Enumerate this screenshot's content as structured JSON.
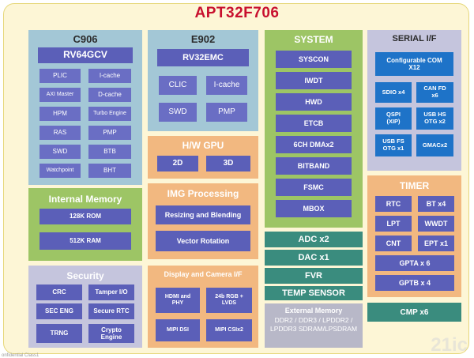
{
  "title": "APT32F706",
  "c906": {
    "title": "C906",
    "core": "RV64GCV",
    "items": [
      "PLIC",
      "I-cache",
      "AXI Master",
      "D-cache",
      "HPM",
      "Turbo Engine",
      "RAS",
      "PMP",
      "SWD",
      "BTB",
      "Watchpoint",
      "BHT"
    ]
  },
  "e902": {
    "title": "E902",
    "core": "RV32EMC",
    "items": [
      "CLIC",
      "I-cache",
      "SWD",
      "PMP"
    ]
  },
  "gpu": {
    "title": "H/W GPU",
    "items": [
      "2D",
      "3D"
    ]
  },
  "img": {
    "title": "IMG Processing",
    "items": [
      "Resizing and Blending",
      "Vector Rotation"
    ]
  },
  "display": {
    "title": "Display and Camera I/F",
    "items": [
      "HDMI and PHY",
      "24b RGB + LVDS",
      "MIPI DSI",
      "MIPI CSIx2"
    ]
  },
  "memory": {
    "title": "Internal Memory",
    "items": [
      "128K ROM",
      "512K RAM"
    ]
  },
  "security": {
    "title": "Security",
    "items": [
      "CRC",
      "Tamper I/O",
      "SEC ENG",
      "Secure RTC",
      "TRNG",
      "Crypto Engine"
    ]
  },
  "system": {
    "title": "SYSTEM",
    "items": [
      "SYSCON",
      "IWDT",
      "HWD",
      "ETCB",
      "6CH DMAx2",
      "BITBAND",
      "FSMC",
      "MBOX"
    ]
  },
  "analog": {
    "items": [
      "ADC x2",
      "DAC x1",
      "FVR",
      "TEMP SENSOR"
    ]
  },
  "extmem": {
    "title": "External Memory",
    "body": "DDR2 / DDR3 / LPDDR2 / LPDDR3 SDRAM/LPSDRAM"
  },
  "serial": {
    "title": "SERIAL I/F",
    "top": "Configurable COM X12",
    "items": [
      "SDIO x4",
      "CAN FD x6",
      "QSPI (XIP)",
      "USB HS OTG x2",
      "USB FS OTG x1",
      "GMACx2"
    ]
  },
  "timer": {
    "title": "TIMER",
    "items": [
      "RTC",
      "BT x4",
      "LPT",
      "WWDT",
      "CNT",
      "EPT x1",
      "GPTA x 6",
      "GPTB x 4"
    ]
  },
  "cmp": {
    "label": "CMP x6"
  },
  "watermark": "21ic",
  "footnote": "onfidential Class1"
}
